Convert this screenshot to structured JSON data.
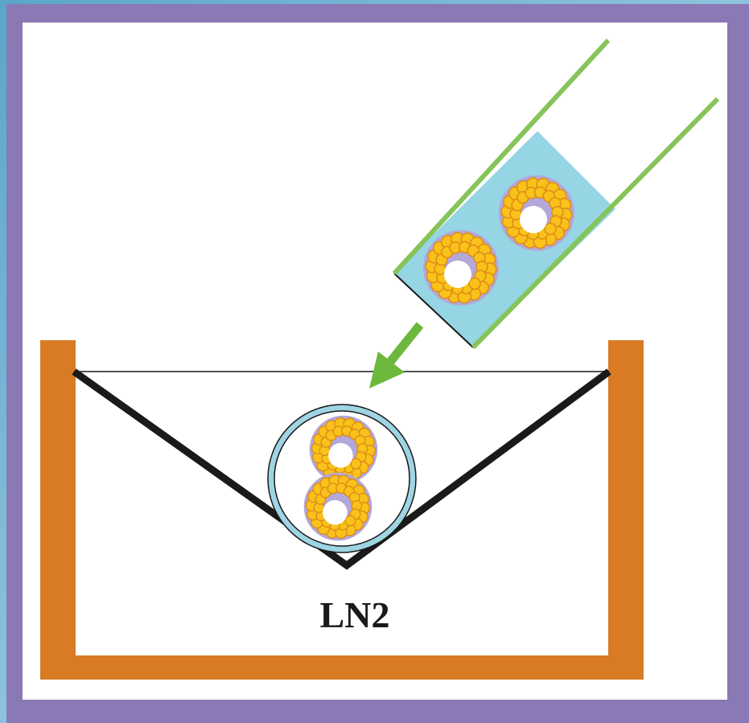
{
  "diagram": {
    "label": "LN2",
    "colors": {
      "frame": "#8a79b5",
      "panel": "#ffffff",
      "container": "#d87b24",
      "funnel": "#1a1a1a",
      "straw_wall": "#86c45a",
      "straw_liquid": "#95d5e4",
      "arrow": "#6cb83c",
      "cell": "#f8c21a",
      "cell_outline": "#e08a17",
      "cell_halo": "#b3a8d8",
      "droplet_ring": "#9fd4e3"
    },
    "icons": [
      "straw",
      "embryo",
      "arrow",
      "vitrification-droplet",
      "ln2-container",
      "v-funnel"
    ]
  }
}
